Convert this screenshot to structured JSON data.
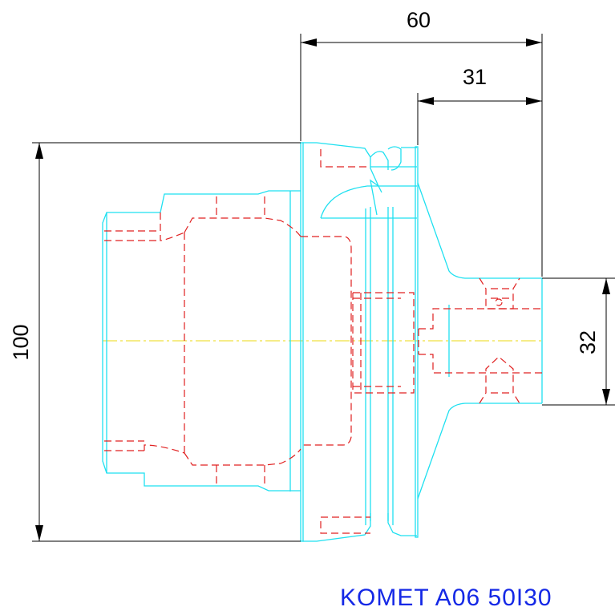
{
  "dimensions": {
    "overall_length": "60",
    "flange_to_face": "31",
    "overall_diameter": "100",
    "pilot_diameter": "32"
  },
  "caption": "KOMET A06 50I30",
  "colors": {
    "outline": "#1fe0f0",
    "hidden": "#e02020",
    "centerline": "#f0e040",
    "dimension": "#000000",
    "caption": "#1428e6"
  }
}
